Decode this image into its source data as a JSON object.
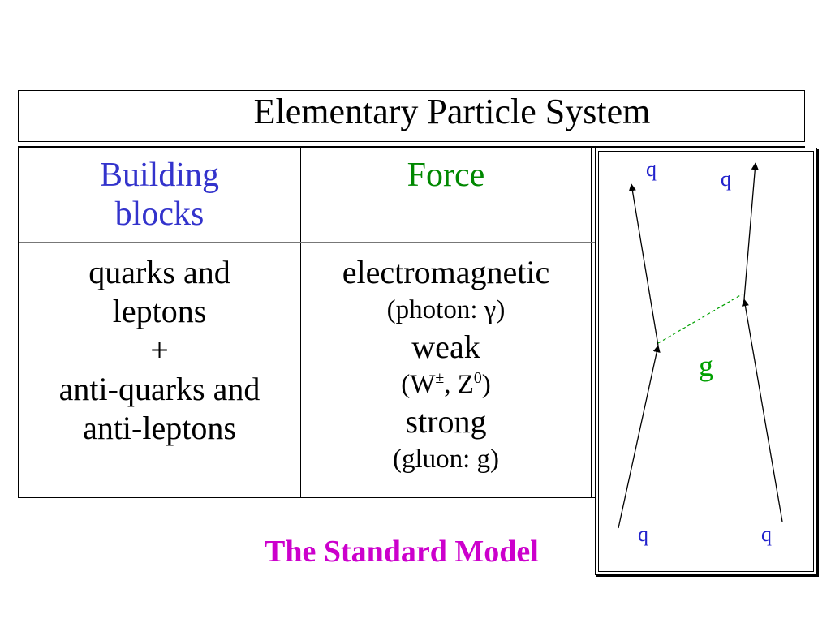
{
  "title": "Elementary Particle System",
  "headers": {
    "building_blocks": "Building blocks",
    "force": "Force"
  },
  "building_blocks": {
    "line1": "quarks and",
    "line2": "leptons",
    "plus": "+",
    "line3": "anti-quarks and",
    "line4": "anti-leptons"
  },
  "forces": {
    "em": "electromagnetic",
    "em_carrier": "(photon: γ)",
    "weak": "weak",
    "weak_carrier_prefix": "(W",
    "weak_carrier_sup1": "±",
    "weak_carrier_mid": ", Z",
    "weak_carrier_sup2": "0",
    "weak_carrier_suffix": ")",
    "strong": "strong",
    "strong_carrier": "(gluon: g)"
  },
  "footer": "The Standard Model",
  "diagram": {
    "quark_label": "q",
    "gluon_label": "g",
    "colors": {
      "quark_label": "#2222cc",
      "gluon": "#00a000"
    }
  },
  "colors": {
    "building_blocks_header": "#3333cc",
    "force_header": "#008800",
    "footer": "#cc00cc"
  }
}
